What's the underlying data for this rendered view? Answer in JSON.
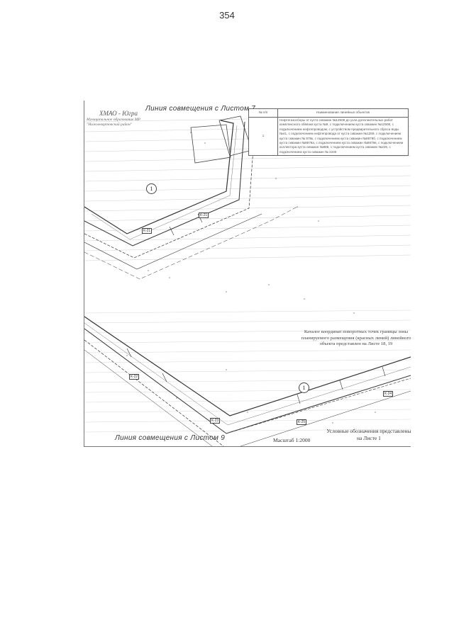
{
  "page": {
    "number": "354"
  },
  "map": {
    "header_line": "Линия совмещения с Листом 7",
    "footer_line": "Линия совмещения с Листом 9",
    "region": "ХМАО - Югра",
    "municipality": "Муниципальное образование МР \"Нижневартовский район\"",
    "object_marker": "1",
    "well_labels": [
      "К-21",
      "К-21",
      "К-22",
      "К-23",
      "К-24",
      "К-25"
    ]
  },
  "legend_table": {
    "columns": [
      "№ п/п",
      "Наименование линейных объектов"
    ],
    "rows": [
      {
        "num": "1",
        "name": "Нефтегазосборы от куста скважин №12508 до узла дополнительных работ комплексного обвязки куста №9, с подключением куста скважин №12508, с подключением нефтепроводом, с устройством предварительного сброса воды №41, с подключением нефтепровода от куста скважин №1269, с подключением куста скважин № 878к, с подключением куста скважин №8878б, с подключением куста скважин №8876а, с подключением куста скважин №8879в, с подключением коллектора куста скважин №888, с подключением куста скважин №225, с подключением куста скважин № 2240"
      }
    ]
  },
  "catalog_note": "Каталог координат поворотных точек границы зоны планируемого размещения (красных линий) линейного объекта представлен на Листе 18, 19",
  "conventions_note": "Условные обозначения представлены на Листе 1",
  "scale": "Масштаб 1:2000"
}
